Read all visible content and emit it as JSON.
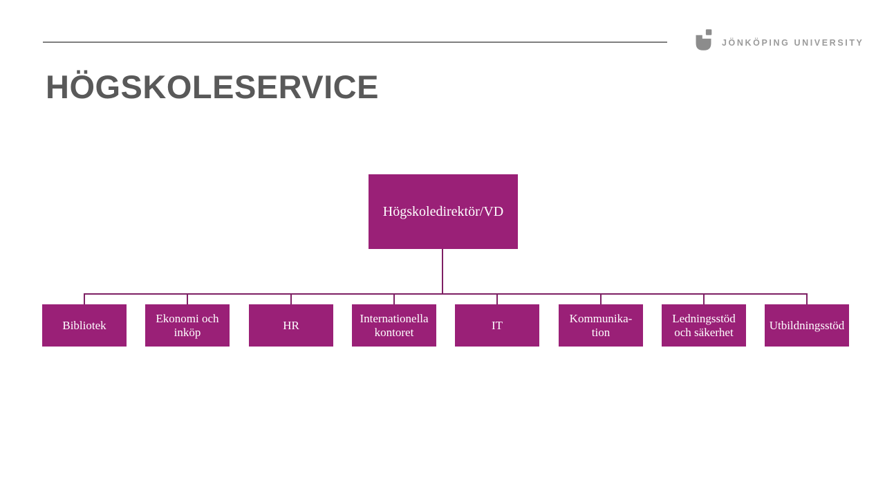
{
  "header": {
    "logo_text": "JÖNKÖPING UNIVERSITY",
    "logo_icon": "ju-monogram-icon"
  },
  "title": "HÖGSKOLESERVICE",
  "org": {
    "root": {
      "label": "Högskoledirektör/VD"
    },
    "units": [
      {
        "label": "Bibliotek"
      },
      {
        "label": "Ekonomi och\ninköp"
      },
      {
        "label": "HR"
      },
      {
        "label": "Internationella\nkontoret"
      },
      {
        "label": "IT"
      },
      {
        "label": "Kommunika-\ntion"
      },
      {
        "label": "Ledningsstöd\noch säkerhet"
      },
      {
        "label": "Utbildningsstöd"
      }
    ]
  },
  "colors": {
    "box_fill": "#9a2077",
    "connector_line": "#7e2064",
    "title_text": "#595959",
    "header_rule": "#7f7f7f",
    "logo_gray": "#8c8c8c",
    "box_text": "#ffffff"
  }
}
